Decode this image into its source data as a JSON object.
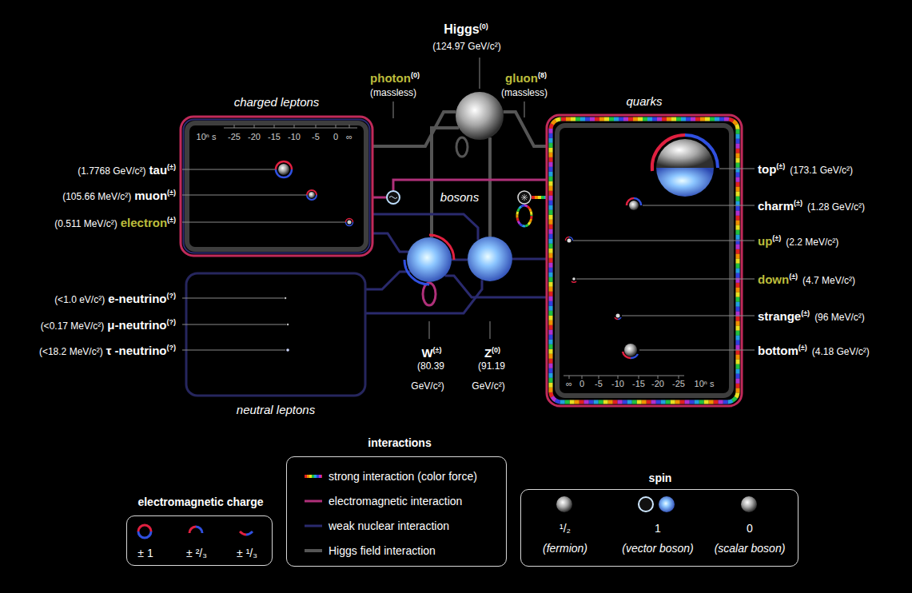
{
  "diagram": {
    "nodes": [
      {
        "text": [
          "Higgs",
          "(0)",
          "(124.97 GeV/c²)"
        ]
      },
      {
        "text": [
          "photon",
          "(0)",
          "(massless)"
        ]
      },
      {
        "text": [
          "gluon",
          "(8)",
          "(massless)"
        ]
      },
      {
        "text": [
          "charged leptons"
        ]
      },
      {
        "text": [
          "quarks"
        ]
      },
      {
        "text": [
          "W",
          "(±)",
          "(80.39 GeV/c²)"
        ]
      },
      {
        "text": [
          "Z",
          "(0)",
          "(91.19 GeV/c²)"
        ]
      },
      {
        "text": [
          "neutral leptons"
        ]
      },
      {
        "text": [
          "electromagnetic charge",
          "± 1",
          "± ²/₃",
          "± ¹/₃"
        ]
      },
      {
        "text": [
          "interactions"
        ]
      },
      {
        "text": [
          "spin",
          "¹/₂",
          "(fermion)",
          "1",
          "(vector boson)",
          "0",
          "(scalar boson)"
        ]
      }
    ],
    "edges": [
      {
        "from": 0,
        "to": 3,
        "arrow": "none"
      },
      {
        "from": 0,
        "to": 4,
        "arrow": "none"
      },
      {
        "from": 0,
        "to": 5,
        "arrow": "none"
      },
      {
        "from": 0,
        "to": 6,
        "arrow": "none"
      },
      {
        "from": 1,
        "to": 3,
        "arrow": "none"
      },
      {
        "from": 1,
        "to": 4,
        "arrow": "none"
      },
      {
        "from": 2,
        "to": 4,
        "arrow": "none"
      },
      {
        "from": 5,
        "to": 3,
        "arrow": "none"
      },
      {
        "from": 5,
        "to": 7,
        "arrow": "none"
      },
      {
        "from": 5,
        "to": 4,
        "arrow": "none"
      },
      {
        "from": 5,
        "to": 6,
        "arrow": "none"
      },
      {
        "from": 6,
        "to": 3,
        "arrow": "none"
      },
      {
        "from": 6,
        "to": 7,
        "arrow": "none"
      },
      {
        "from": 6,
        "to": 4,
        "arrow": "none"
      }
    ],
    "labels": [
      "10ⁿ s",
      "-25",
      "-20",
      "-15",
      "-10",
      "-5",
      "0",
      "∞",
      "(1.7768 GeV/c²)",
      "tau",
      "(±)",
      "(105.66 MeV/c²)",
      "muon",
      "(±)",
      "(0.511 MeV/c²)",
      "electron",
      "(±)",
      "(<1.0 eV/c²)",
      "e-neutrino",
      "(?)",
      "(<0.17 MeV/c²)",
      "μ-neutrino",
      "(?)",
      "(<18.2 MeV/c²)",
      "τ -neutrino",
      "(?)",
      "bosons",
      "top",
      "(±)",
      "(173.1 GeV/c²)",
      "charm",
      "(±)",
      "(1.28 GeV/c²)",
      "up",
      "(±)",
      "(2.2 MeV/c²)",
      "down",
      "(±)",
      "(4.7 MeV/c²)",
      "strange",
      "(±)",
      "(96 MeV/c²)",
      "bottom",
      "(±)",
      "(4.18 GeV/c²)",
      "∞",
      "0",
      "-5",
      "-10",
      "-15",
      "-20",
      "-25",
      "10ⁿ s"
    ],
    "legend": [
      {
        "text": "strong interaction (color force)"
      },
      {
        "text": "electromagnetic interaction"
      },
      {
        "text": "weak nuclear interaction"
      },
      {
        "text": "Higgs field interaction"
      }
    ]
  }
}
